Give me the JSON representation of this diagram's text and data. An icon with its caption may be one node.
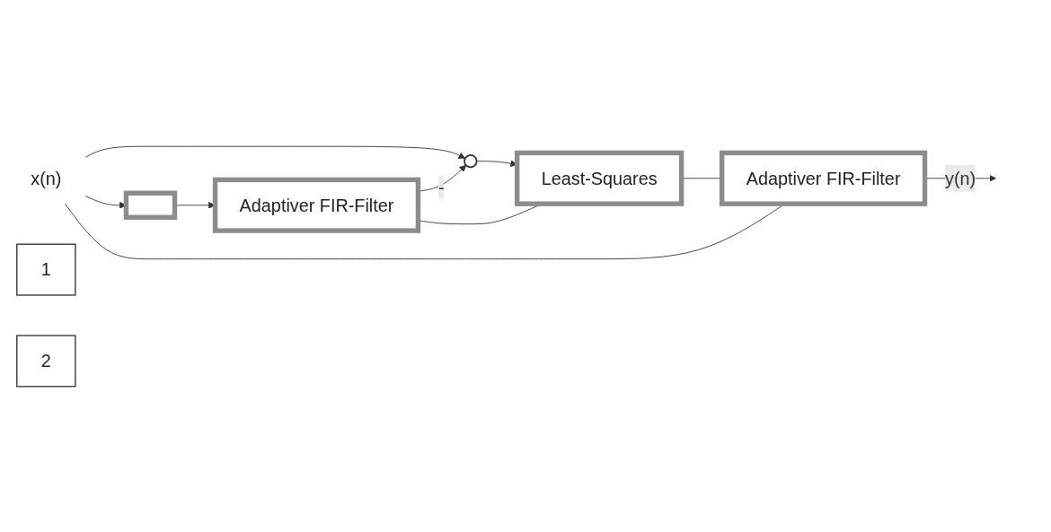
{
  "diagram": {
    "nodes": [
      {
        "text": [
          "x(n)"
        ]
      },
      {
        "text": [],
        "shape": "box"
      },
      {
        "text": [
          "1"
        ]
      },
      {
        "text": [
          "Adaptiver FIR-Filter"
        ]
      },
      {
        "text": [],
        "shape": "circle"
      },
      {
        "text": [
          "Least-Squares"
        ]
      },
      {
        "text": [
          "2"
        ]
      },
      {
        "text": [
          "Adaptiver FIR-Filter"
        ]
      }
    ],
    "edges": [
      {
        "from": 0,
        "to": 1,
        "arrow": "to"
      },
      {
        "from": 1,
        "to": 3,
        "arrow": "to"
      },
      {
        "from": 0,
        "to": 4,
        "arrow": "to"
      },
      {
        "from": 3,
        "to": 4,
        "arrow": "to",
        "label": "-"
      },
      {
        "from": 4,
        "to": 5,
        "arrow": "to"
      },
      {
        "from": 5,
        "to": 3,
        "arrow": "none"
      },
      {
        "from": 5,
        "to": 7,
        "arrow": "none"
      },
      {
        "from": 0,
        "to": 7,
        "arrow": "none"
      },
      {
        "from": 7,
        "to": null,
        "arrow": "to",
        "label": "y(n)"
      }
    ]
  }
}
